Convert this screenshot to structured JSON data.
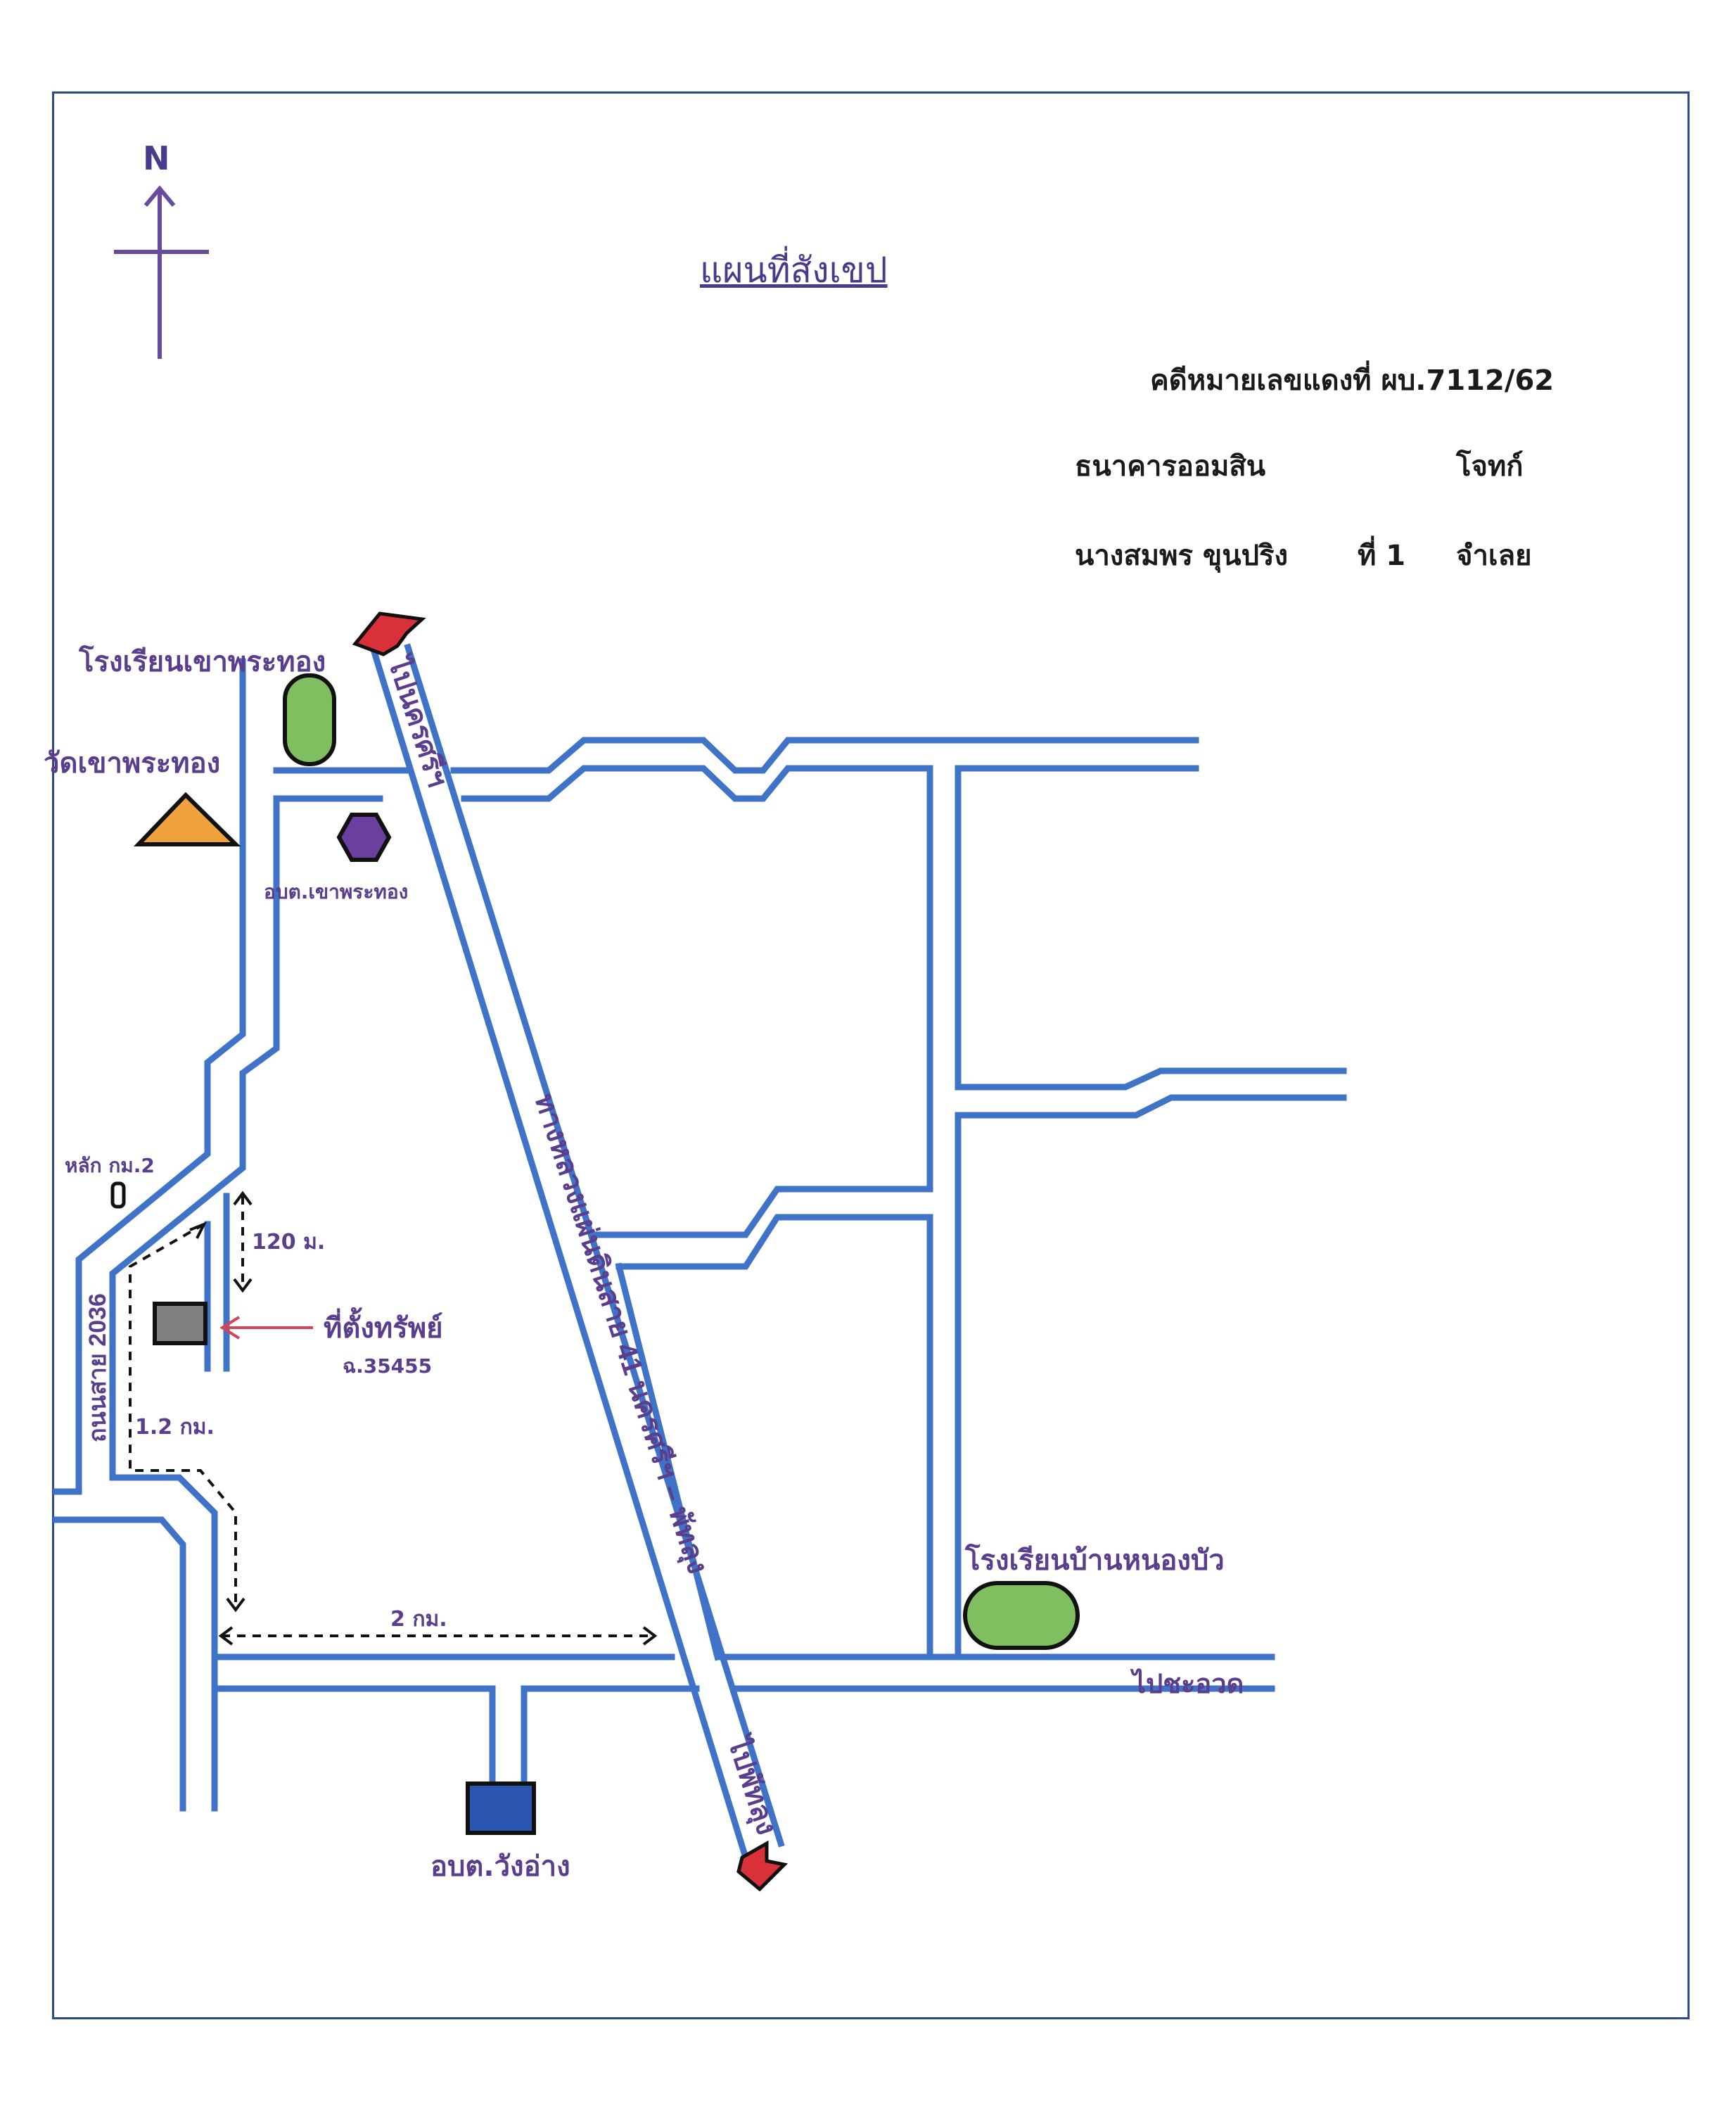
{
  "title": "แผนที่สังเขป",
  "north": "N",
  "case": {
    "number": "คดีหมายเลขแดงที่ ผบ.7112/62",
    "plaintiff_name": "ธนาคารออมสิน",
    "plaintiff_role": "โจทก์",
    "defendant_name": "นางสมพร  ขุนปริง",
    "defendant_order": "ที่ 1",
    "defendant_role": "จำเลย"
  },
  "places": {
    "school_top": "โรงเรียนเขาพระทอง",
    "temple": "วัดเขาพระทอง",
    "sao_top": "อบต.เขาพระทอง",
    "km_post": "หลัก กม.2",
    "property": "ที่ตั้งทรัพย์",
    "deed": "ฉ.35455",
    "school_right": "โรงเรียนบ้านหนองบัว",
    "sao_bottom": "อบต.วังอ่าง"
  },
  "roads": {
    "to_north": "ไปนครศรีฯ",
    "to_south": "ไปพัทลุง",
    "to_east": "ไปชะอวด",
    "highway": "ทางหลวงแผ่นดินสาย 41 นครศรีฯ – พัทลุง",
    "local_road": "ถนนสาย 2036"
  },
  "distances": {
    "d1": "120 ม.",
    "d2": "1.2 กม.",
    "d3": "2 กม."
  },
  "colors": {
    "road": "#3f73c7",
    "school": "#7fbf5f",
    "temple": "#f0a23c",
    "sao_top": "#6a3fa0",
    "property": "#808080",
    "sao_bottom": "#2a55b0",
    "arrow": "#d8313a",
    "text": "#5a3d8c"
  }
}
